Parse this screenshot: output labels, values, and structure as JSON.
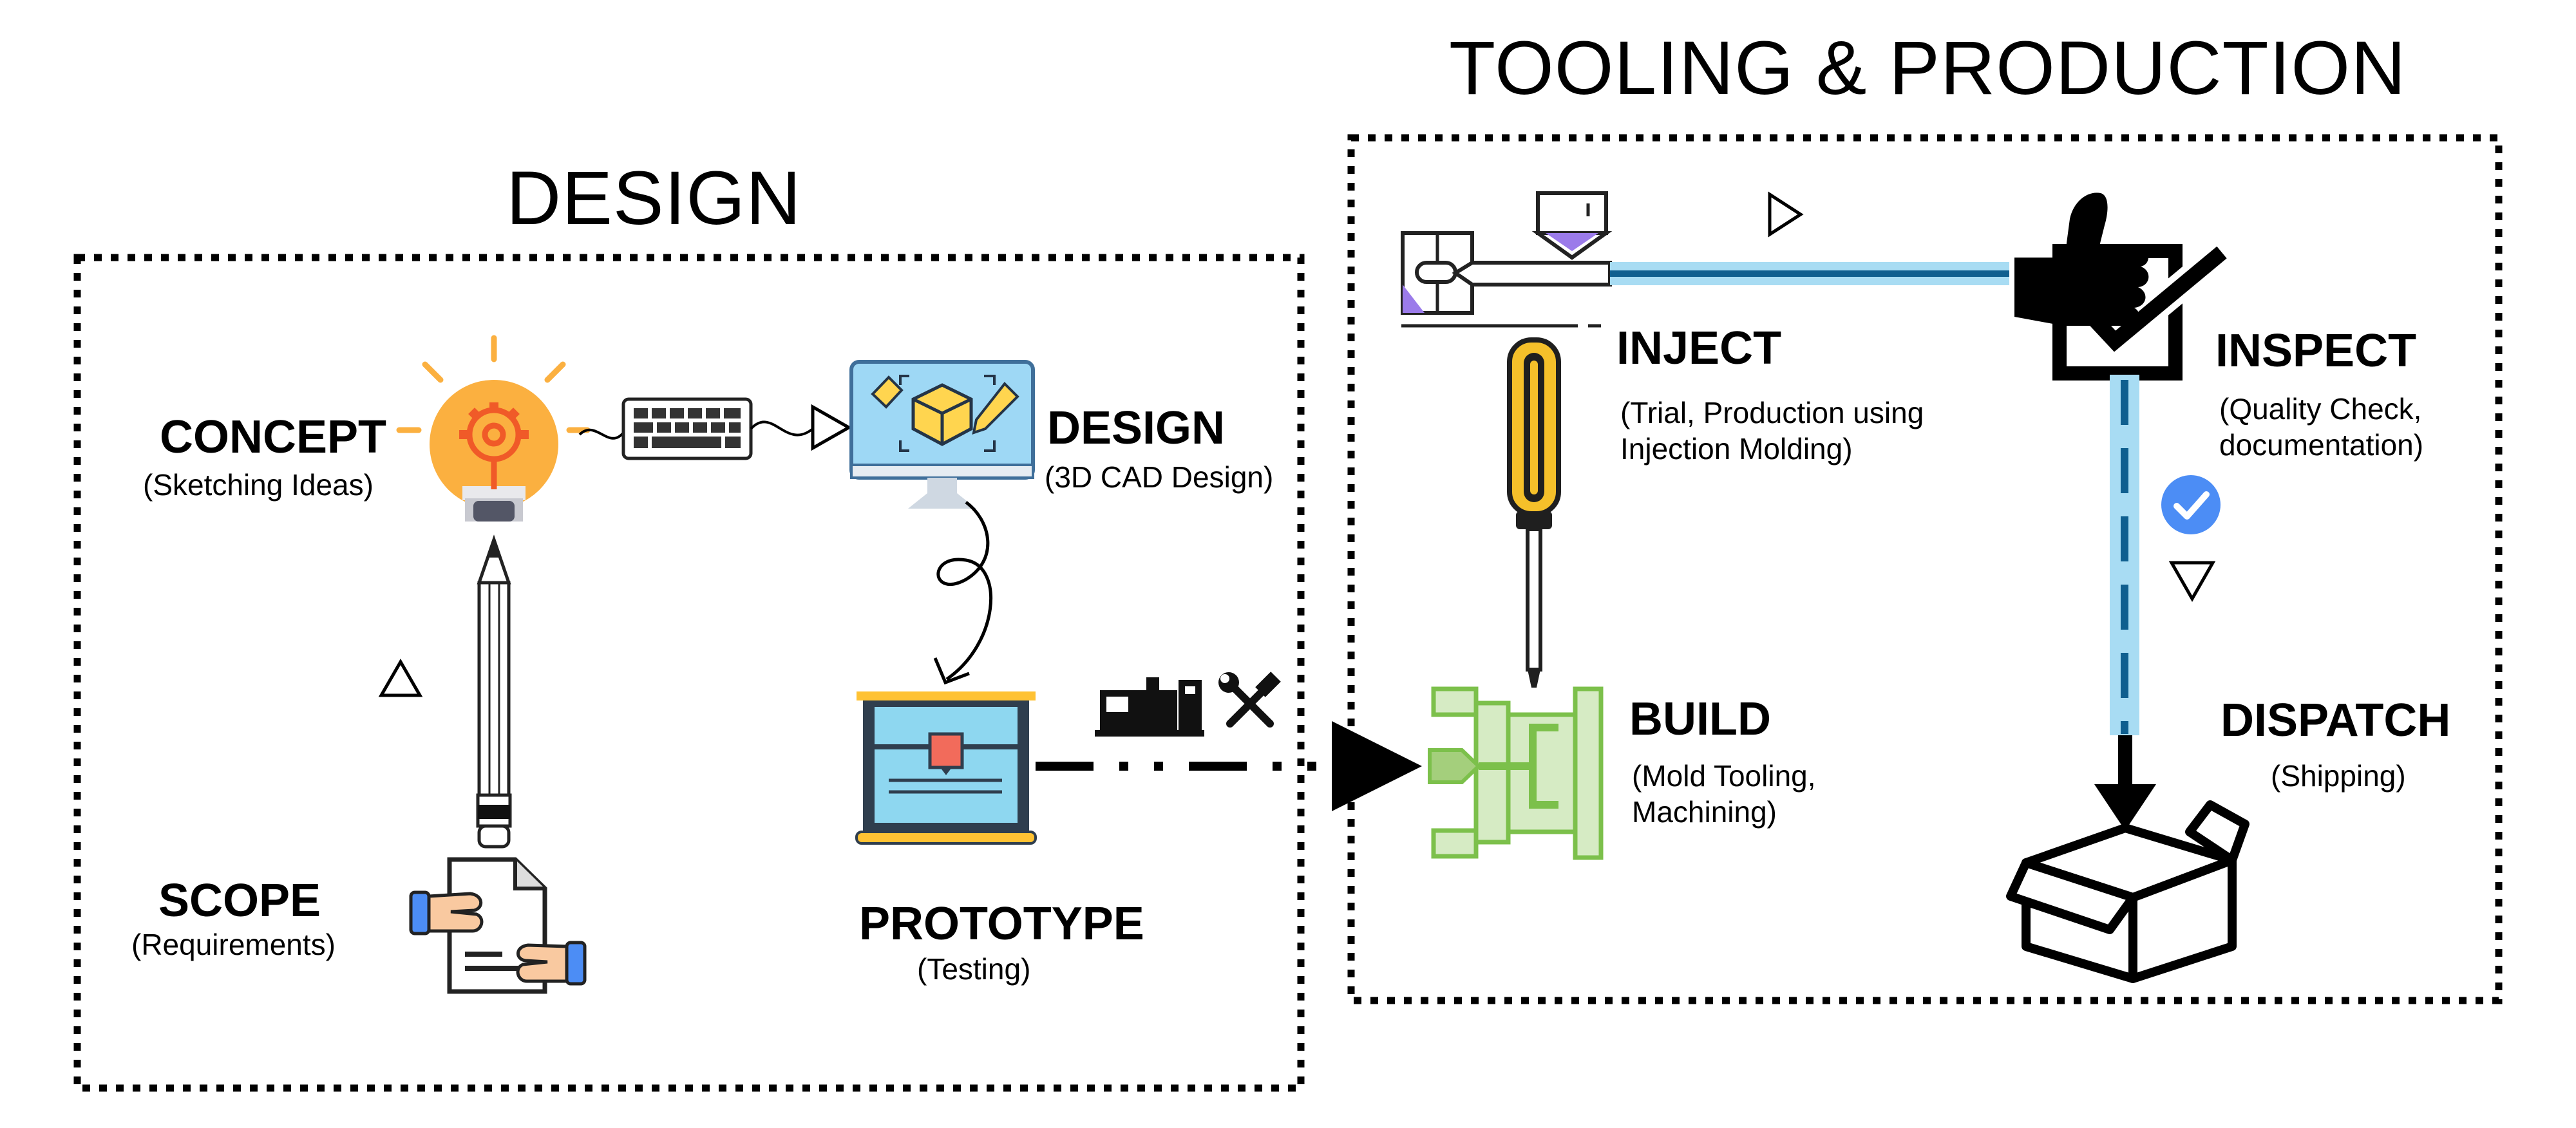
{
  "sections": {
    "design": {
      "title": "DESIGN"
    },
    "tooling": {
      "title": "TOOLING & PRODUCTION"
    }
  },
  "steps": {
    "concept": {
      "name": "CONCEPT",
      "detail": "(Sketching Ideas)"
    },
    "design": {
      "name": "DESIGN",
      "detail": "(3D CAD Design)"
    },
    "scope": {
      "name": "SCOPE",
      "detail": "(Requirements)"
    },
    "prototype": {
      "name": "PROTOTYPE",
      "detail": "(Testing)"
    },
    "inject": {
      "name": "INJECT",
      "detail_lines": [
        "(Trial, Production using",
        "Injection Molding)"
      ]
    },
    "build": {
      "name": "BUILD",
      "detail_lines": [
        "(Mold Tooling,",
        "Machining)"
      ]
    },
    "inspect": {
      "name": "INSPECT",
      "detail_lines": [
        "(Quality Check,",
        "documentation)"
      ]
    },
    "dispatch": {
      "name": "DISPATCH",
      "detail": "(Shipping)"
    }
  },
  "icons": {
    "concept": "lightbulb-gear-icon",
    "keyboard": "keyboard-icon",
    "design": "cad-monitor-icon",
    "pencil": "pencil-icon",
    "scope": "document-handshake-icon",
    "prototype": "3d-printer-icon",
    "machine": "cnc-machine-icon",
    "tools": "hammer-wrench-icon",
    "inject": "injection-machine-icon",
    "screwdriver": "screwdriver-icon",
    "build": "mold-tool-icon",
    "inspect": "thumbs-up-check-icon",
    "verified": "verified-badge-icon",
    "dispatch": "open-box-icon"
  },
  "colors": {
    "bulb": "#FBB040",
    "gear": "#F05A28",
    "monitor": "#9ED8F5",
    "cube": "#FFD54F",
    "printer_screen": "#8ED7F0",
    "printer_frame": "#2F3E4E",
    "printer_head": "#F26B5B",
    "glow": "#FFB27A",
    "build_green": "#7CC04B",
    "build_fill": "#D6EBC4",
    "pipe_blue": "#A8DCF3",
    "pipe_dark": "#0F5F8F",
    "badge_blue": "#4C8DF5",
    "purple": "#9B7BEA",
    "screwdriver_yellow": "#F5C02A"
  }
}
